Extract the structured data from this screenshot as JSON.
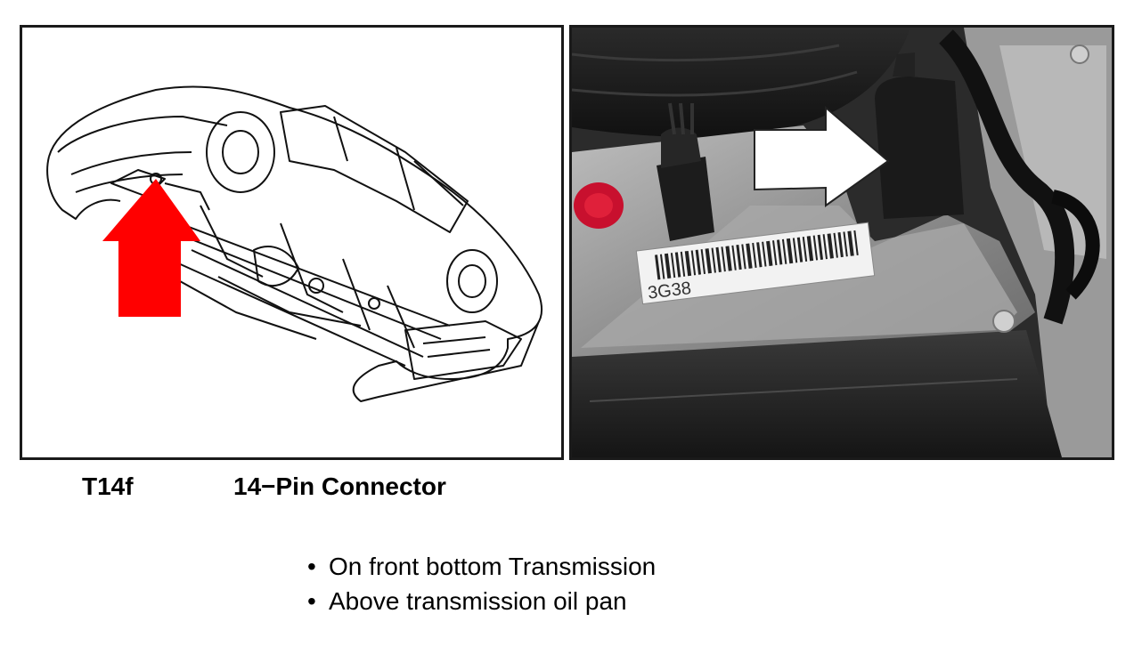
{
  "caption": {
    "code": "T14f",
    "name": "14−Pin Connector"
  },
  "photo": {
    "label_text": "3G38"
  },
  "location_notes": [
    "On front bottom Transmission",
    "Above transmission oil pan"
  ],
  "icons": {
    "diagram_arrow": "red-up-arrow",
    "photo_arrow": "white-right-arrow"
  },
  "colors": {
    "diagram_arrow": "#ff0000",
    "photo_arrow": "#ffffff",
    "frame": "#1a1a1a"
  }
}
